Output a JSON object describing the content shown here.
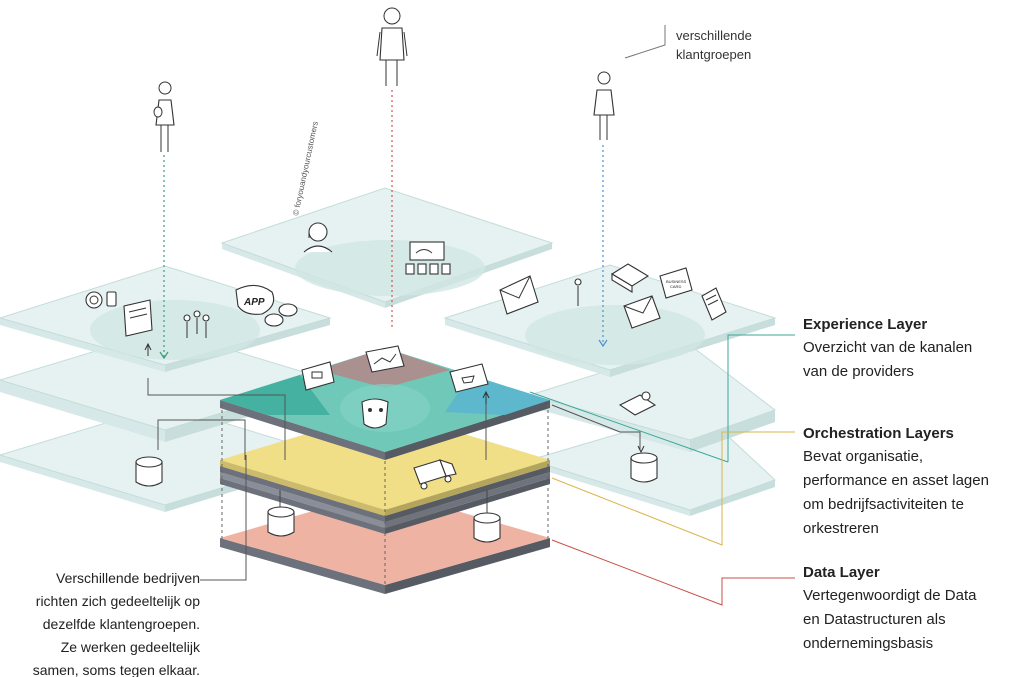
{
  "annotations": {
    "customer_groups": [
      "verschillende",
      "klantgroepen"
    ],
    "watermark": "© foryouandyourcustomers",
    "left_note": [
      "Verschillende bedrijven",
      "richten zich gedeeltelijk op",
      "dezelfde klantengroepen.",
      "Ze werken gedeeltelijk",
      "samen, soms tegen elkaar."
    ]
  },
  "icons": {
    "app_badge": "APP",
    "business_card": [
      "BUSINESS",
      "CARD"
    ]
  },
  "layers": [
    {
      "title": "Experience Layer",
      "description": [
        "Overzicht van de kanalen",
        "van de providers"
      ],
      "color": "#3aa89a"
    },
    {
      "title": "Orchestration Layers",
      "description": [
        "Bevat organisatie,",
        "performance en asset lagen",
        "om bedrijfsactiviteiten te",
        "orkestreren"
      ],
      "color": "#d9b54a"
    },
    {
      "title": "Data Layer",
      "description": [
        "Vertegenwoordigt de Data",
        "en Datastructuren als",
        "ondernemingsbasis"
      ],
      "color": "#c9504a"
    }
  ],
  "colors": {
    "platform_glass": "#e8f3f2",
    "platform_edge": "#b8d4d2",
    "experience_teal": "#47bfae",
    "experience_blue": "#57b3c9",
    "experience_mauve": "#a98a88",
    "orchestration_yellow": "#f0df86",
    "data_salmon": "#eeb3a3",
    "slab_grey": "#6d717c",
    "dotted_green": "#3c9d7a",
    "dotted_red": "#d0584f",
    "dotted_blue": "#4a8fd1"
  }
}
